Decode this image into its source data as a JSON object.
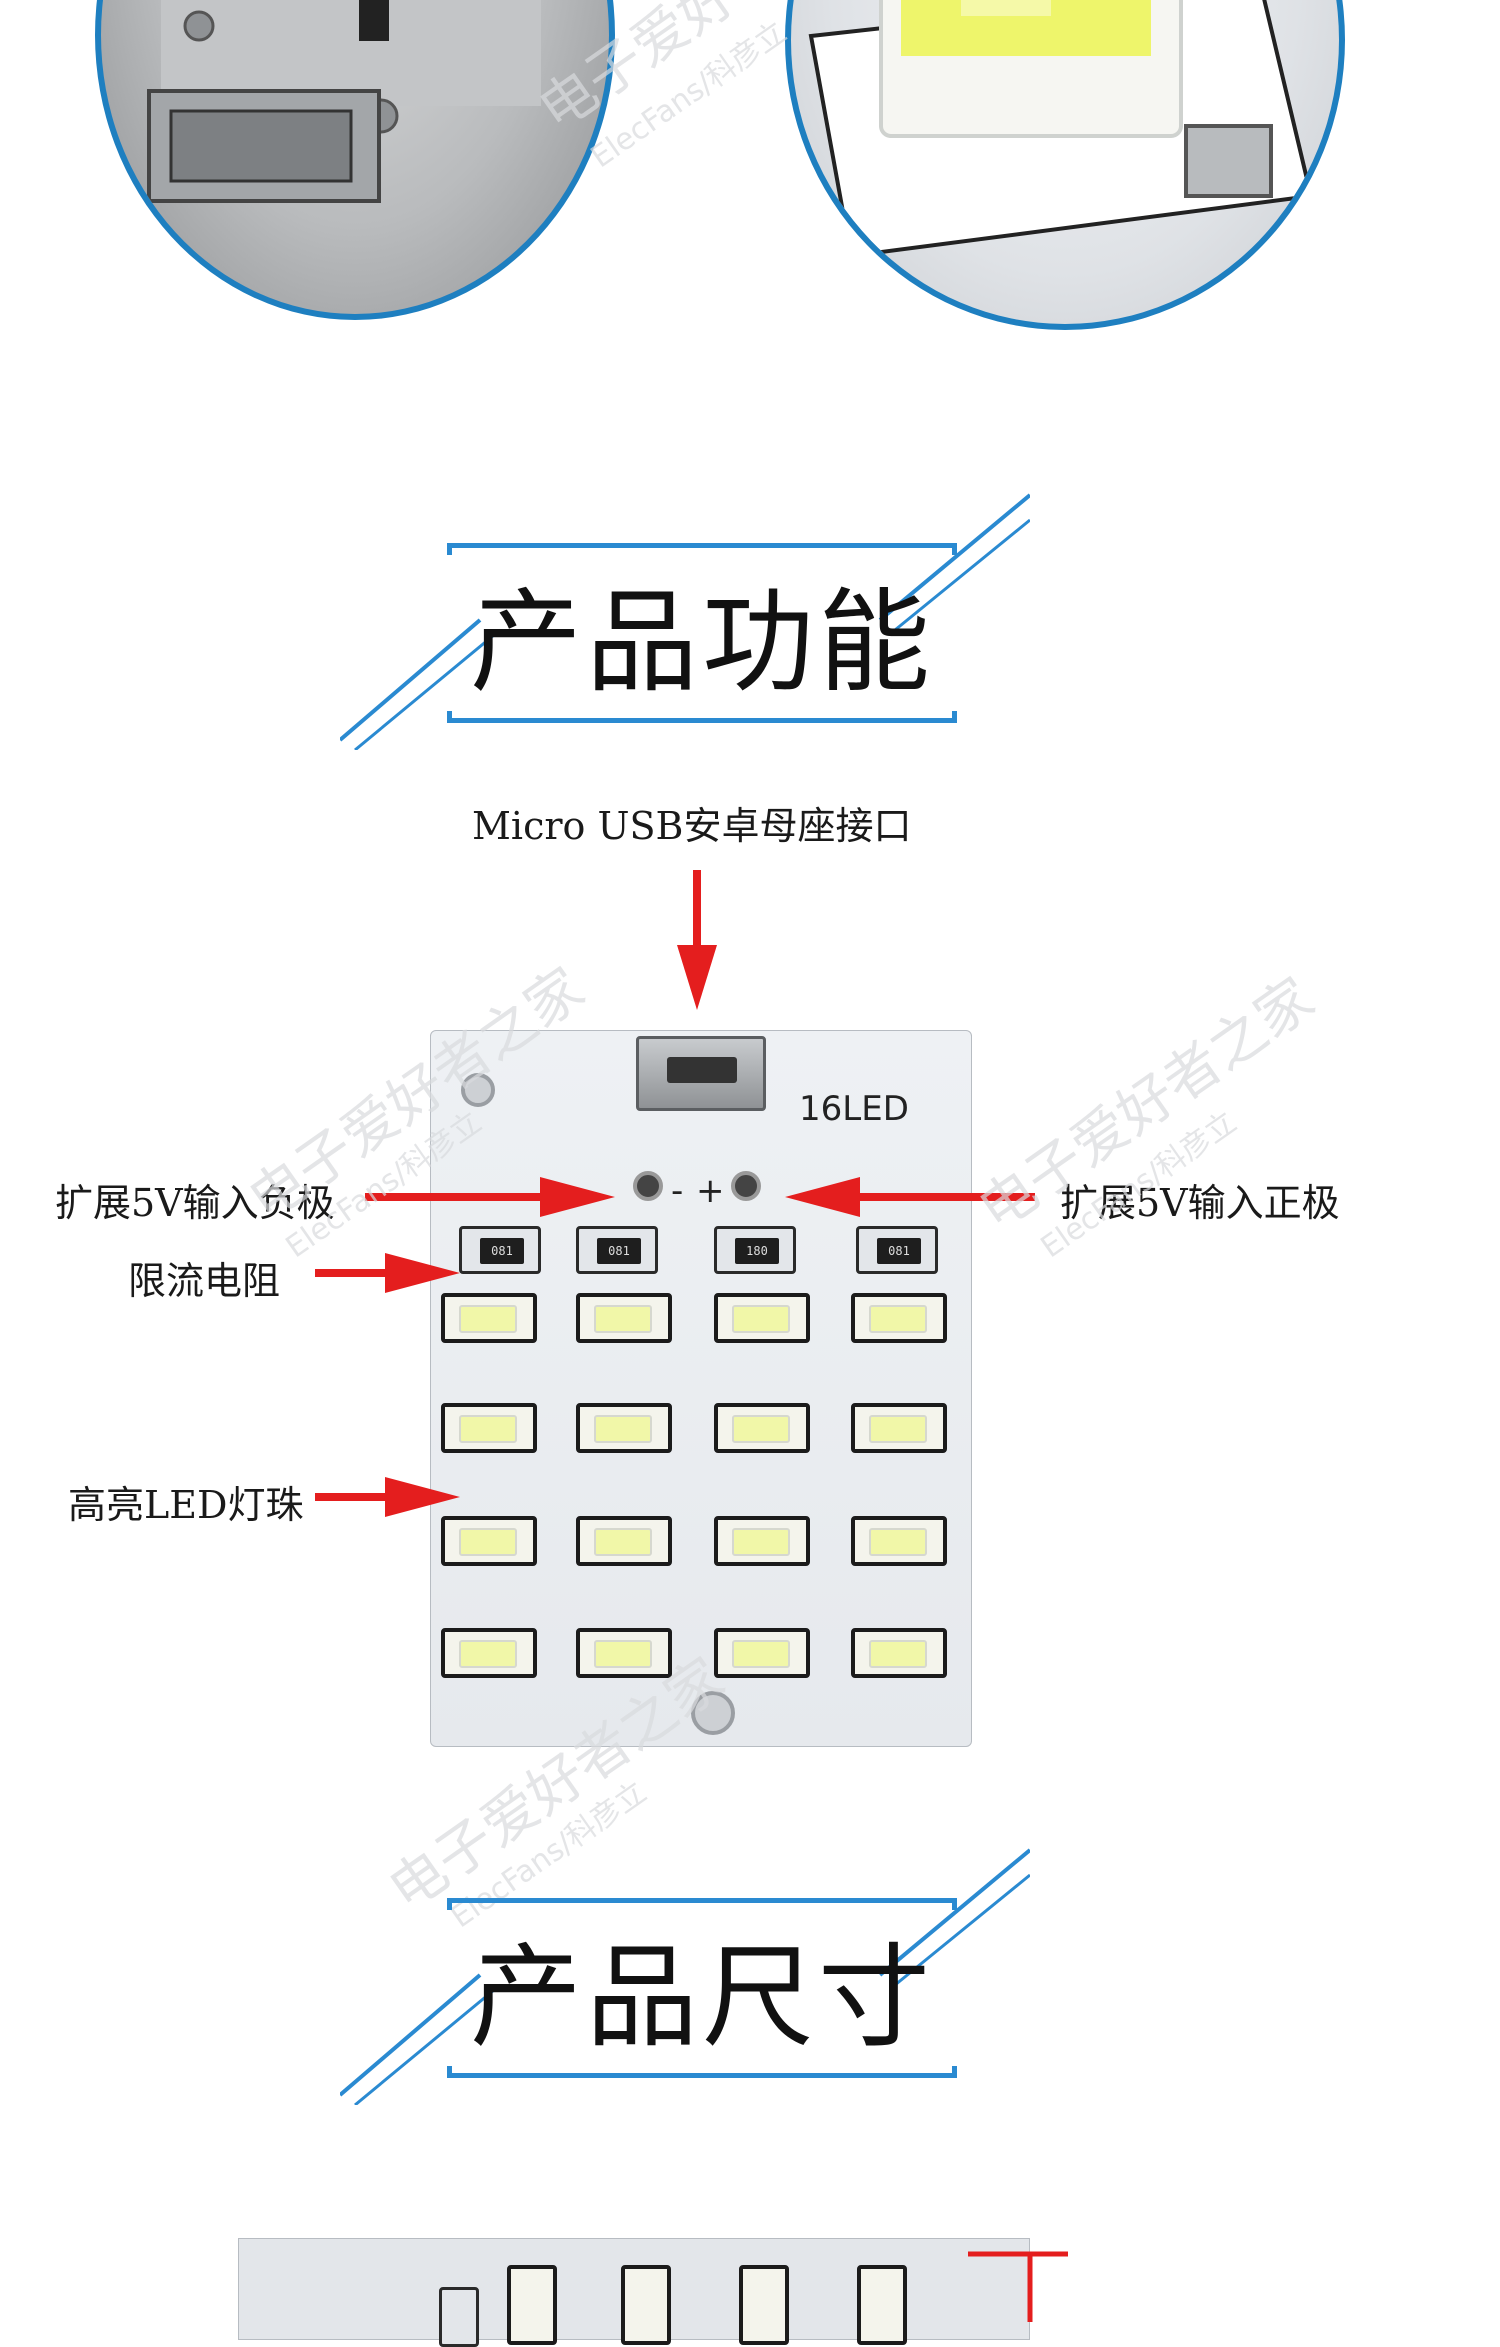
{
  "watermark": {
    "cn": "电子爱好者之家",
    "en": "ElecFans/科彦立"
  },
  "sections": {
    "features_title": "产品功能",
    "size_title": "产品尺寸"
  },
  "labels": {
    "usb": "Micro USB安卓母座接口",
    "neg": "扩展5V输入负极",
    "pos": "扩展5V输入正极",
    "resistor": "限流电阻",
    "led": "高亮LED灯珠"
  },
  "pcb": {
    "marking": "16LED",
    "resistor_codes": [
      "081",
      "081",
      "180",
      "081"
    ],
    "minus_sign": "-",
    "plus_sign": "+"
  },
  "colors": {
    "accent_blue": "#2a8ad1",
    "arrow_red": "#e41e1e"
  }
}
